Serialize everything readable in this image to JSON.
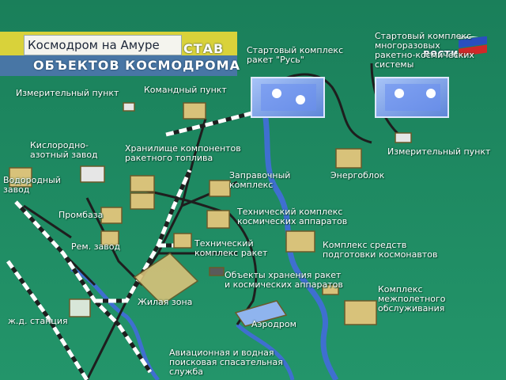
{
  "caption": "Космодром на Амуре",
  "title": {
    "line1_visible": "СТАВ",
    "line2_visible": "ОБЪЕКТОВ КОСМОДРОМА"
  },
  "broadcaster": "вести",
  "labels": {
    "izmeritelny_1": "Измерительный пункт",
    "komandny": "Командный пункт",
    "start_rus": "Стартовый комплекс\nракет \"Русь\"",
    "start_multi": "Стартовый комплекс\nмногоразовых\nракетно-космических\nсистемы",
    "kislorodno": "Кислородно-\nазотный завод",
    "khranilishche": "Хранилище компонентов\nракетного топлива",
    "izmeritelny_2": "Измерительный пункт",
    "vodorodny": "Водородный\nзавод",
    "zapravochny": "Заправочный\nкомплекс",
    "energoblok": "Энергоблок",
    "prombaza": "Промбаза",
    "tech_ka": "Технический комплекс\nкосмических аппаратов",
    "remzavod": "Рем. завод",
    "tech_rakety": "Технический\nкомплекс ракет",
    "podgotovka": "Комплекс средств\nподготовки космонавтов",
    "hranenie": "Объекты хранения ракет\nи космических аппаратов",
    "zhilaya": "Жилая зона",
    "zhd": "ж.д. станция",
    "aerodrom": "Аэродром",
    "mezhpoletny": "Комплекс\nмежполетного\nобслуживания",
    "aviacionnaya": "Авиационная и водная\nпоисковая спасательная\nслужба"
  },
  "colors": {
    "background": "#1f8a5e",
    "river": "#3f6fd0",
    "road": "#1e1e1e",
    "rail": "#ffffff",
    "pad": "#7fa8ee",
    "building": "#d8c27a",
    "title_band": "#d9d23a"
  }
}
